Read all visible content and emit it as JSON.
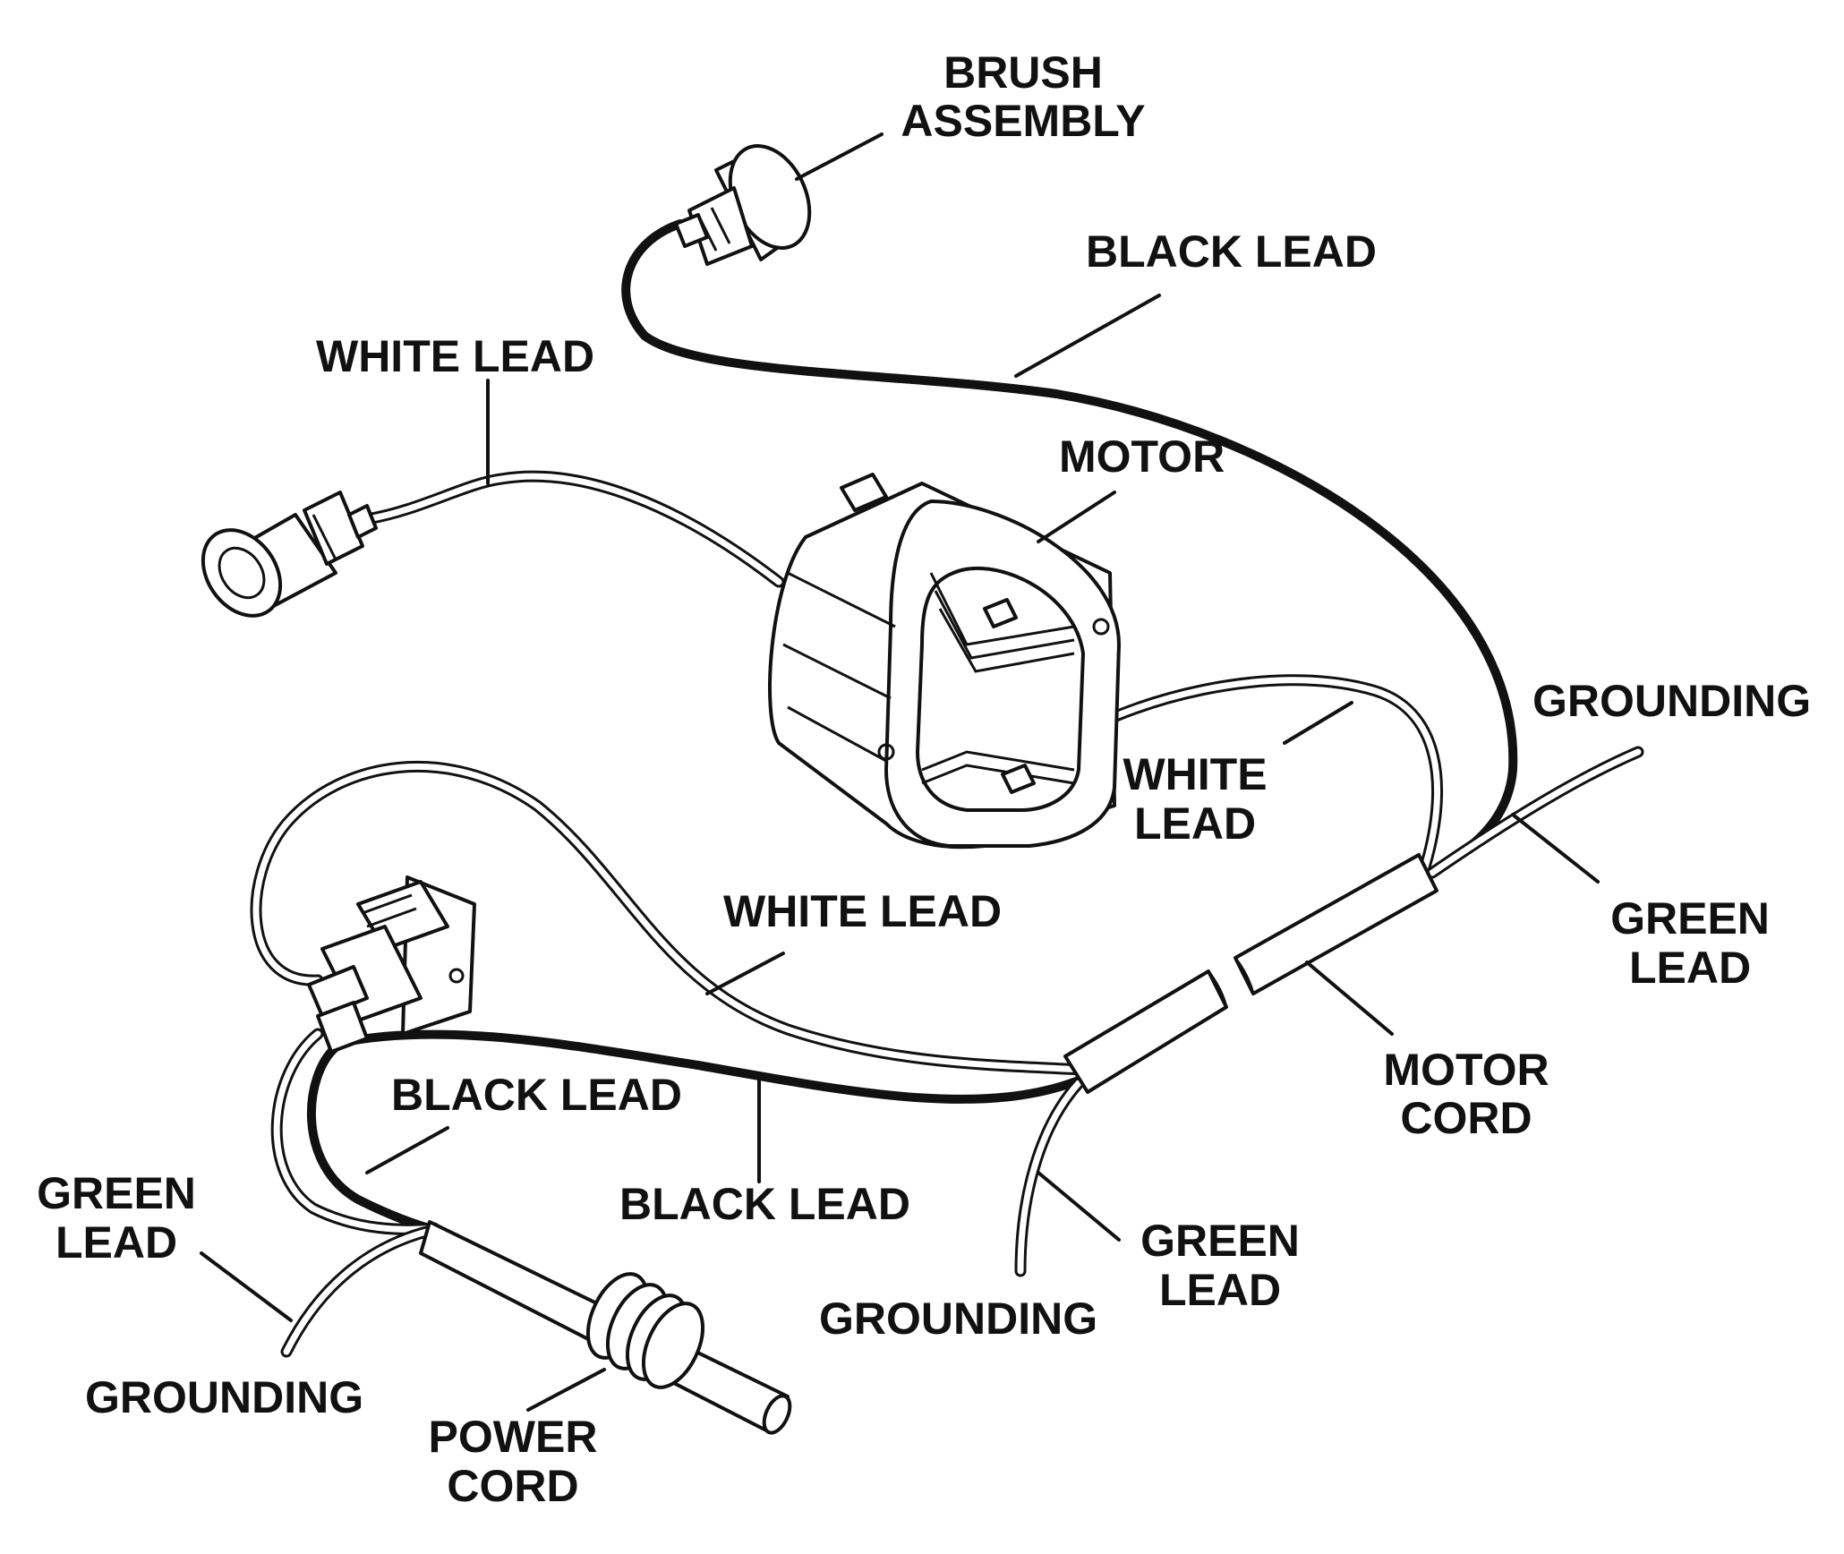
{
  "labels": {
    "brush_assembly": [
      "BRUSH",
      "ASSEMBLY"
    ],
    "black_lead_top": "BLACK LEAD",
    "white_lead_top": "WHITE LEAD",
    "motor": "MOTOR",
    "grounding_right": "GROUNDING",
    "white_lead_mid": [
      "WHITE",
      "LEAD"
    ],
    "white_lead_center": "WHITE LEAD",
    "green_lead_right": [
      "GREEN",
      "LEAD"
    ],
    "motor_cord": [
      "MOTOR",
      "CORD"
    ],
    "black_lead_left": "BLACK LEAD",
    "green_lead_left": [
      "GREEN",
      "LEAD"
    ],
    "black_lead_bottom": "BLACK LEAD",
    "green_lead_bottom": [
      "GREEN",
      "LEAD"
    ],
    "grounding_bottom": "GROUNDING",
    "grounding_left": "GROUNDING",
    "power_cord": [
      "POWER",
      "CORD"
    ]
  }
}
